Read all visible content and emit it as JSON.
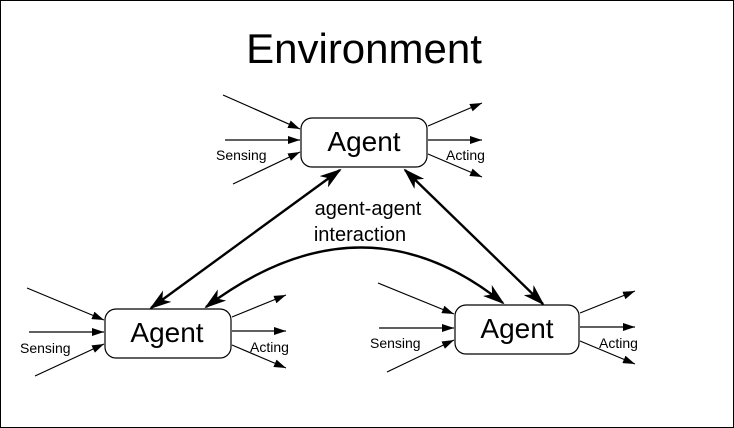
{
  "environment": {
    "title": "Environment"
  },
  "agents": [
    {
      "label": "Agent",
      "sensing_label": "Sensing",
      "acting_label": "Acting"
    },
    {
      "label": "Agent",
      "sensing_label": "Sensing",
      "acting_label": "Acting"
    },
    {
      "label": "Agent",
      "sensing_label": "Sensing",
      "acting_label": "Acting"
    }
  ],
  "interaction": {
    "line1": "agent-agent",
    "line2": "interaction"
  }
}
